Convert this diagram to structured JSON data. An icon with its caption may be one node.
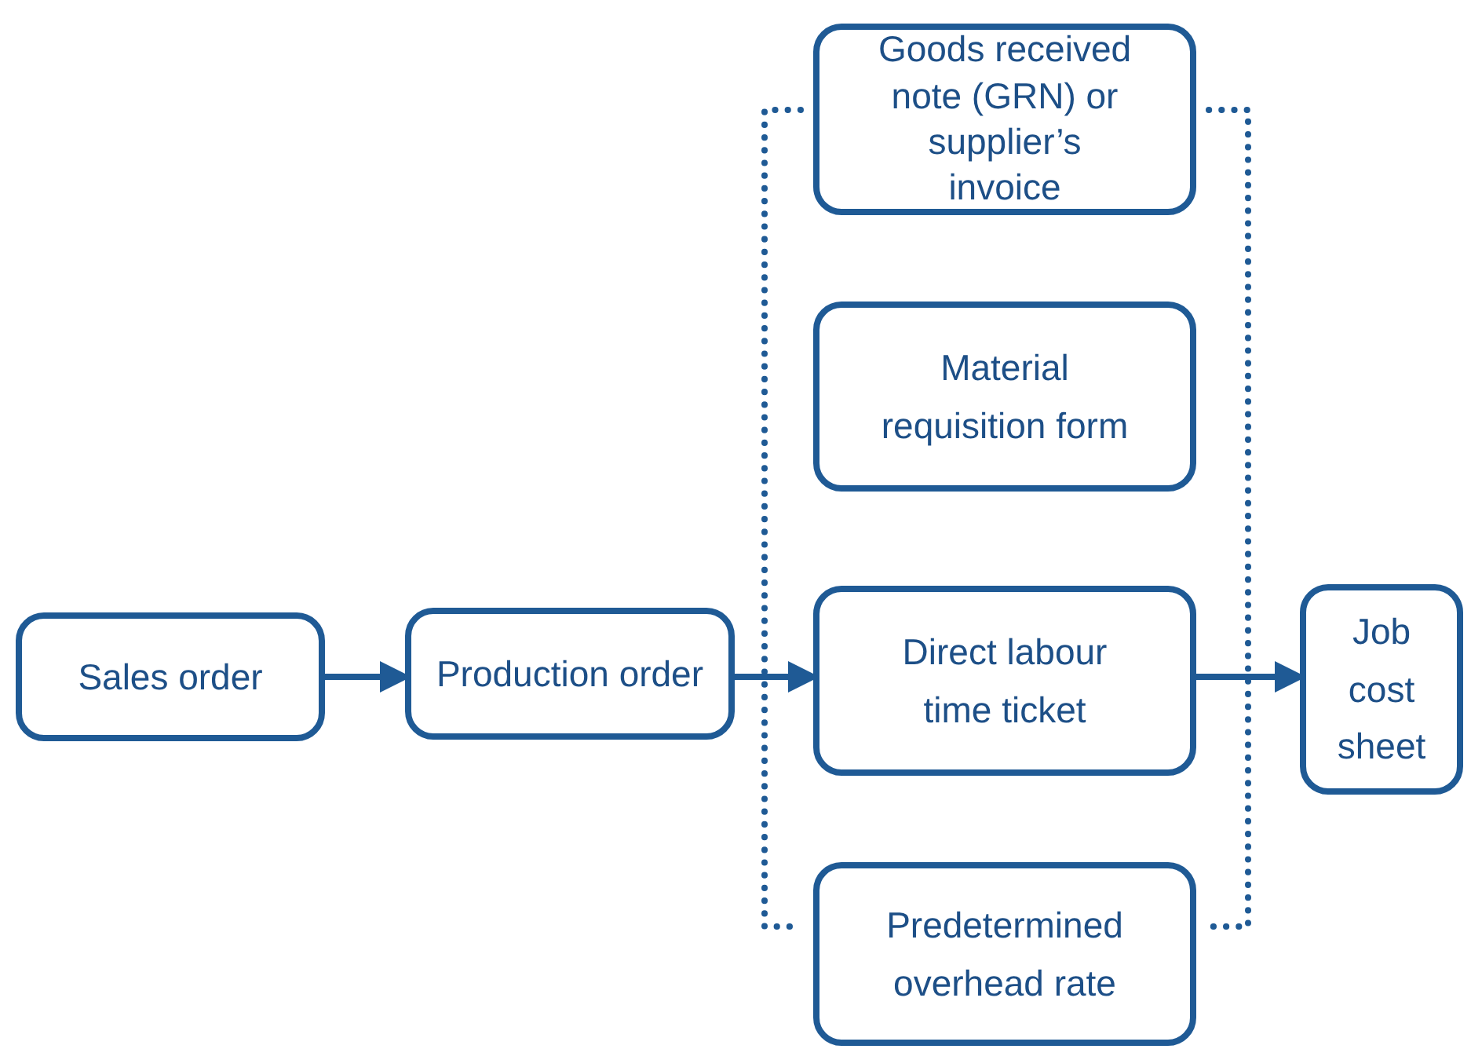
{
  "diagram": {
    "nodes": [
      {
        "text": [
          "Sales order"
        ]
      },
      {
        "text": [
          "Production order"
        ]
      },
      {
        "text": [
          "Goods received note (GRN) or supplier’s invoice"
        ]
      },
      {
        "text": [
          "Material requisition form"
        ]
      },
      {
        "text": [
          "Direct labour time ticket"
        ]
      },
      {
        "text": [
          "Predetermined overhead rate"
        ]
      },
      {
        "text": [
          "Job cost sheet"
        ]
      }
    ],
    "edges": [
      {
        "from": 0,
        "to": 1,
        "arrow": "to"
      },
      {
        "from": 1,
        "to": 4,
        "arrow": "to"
      },
      {
        "from": 4,
        "to": 6,
        "arrow": "to"
      }
    ]
  }
}
